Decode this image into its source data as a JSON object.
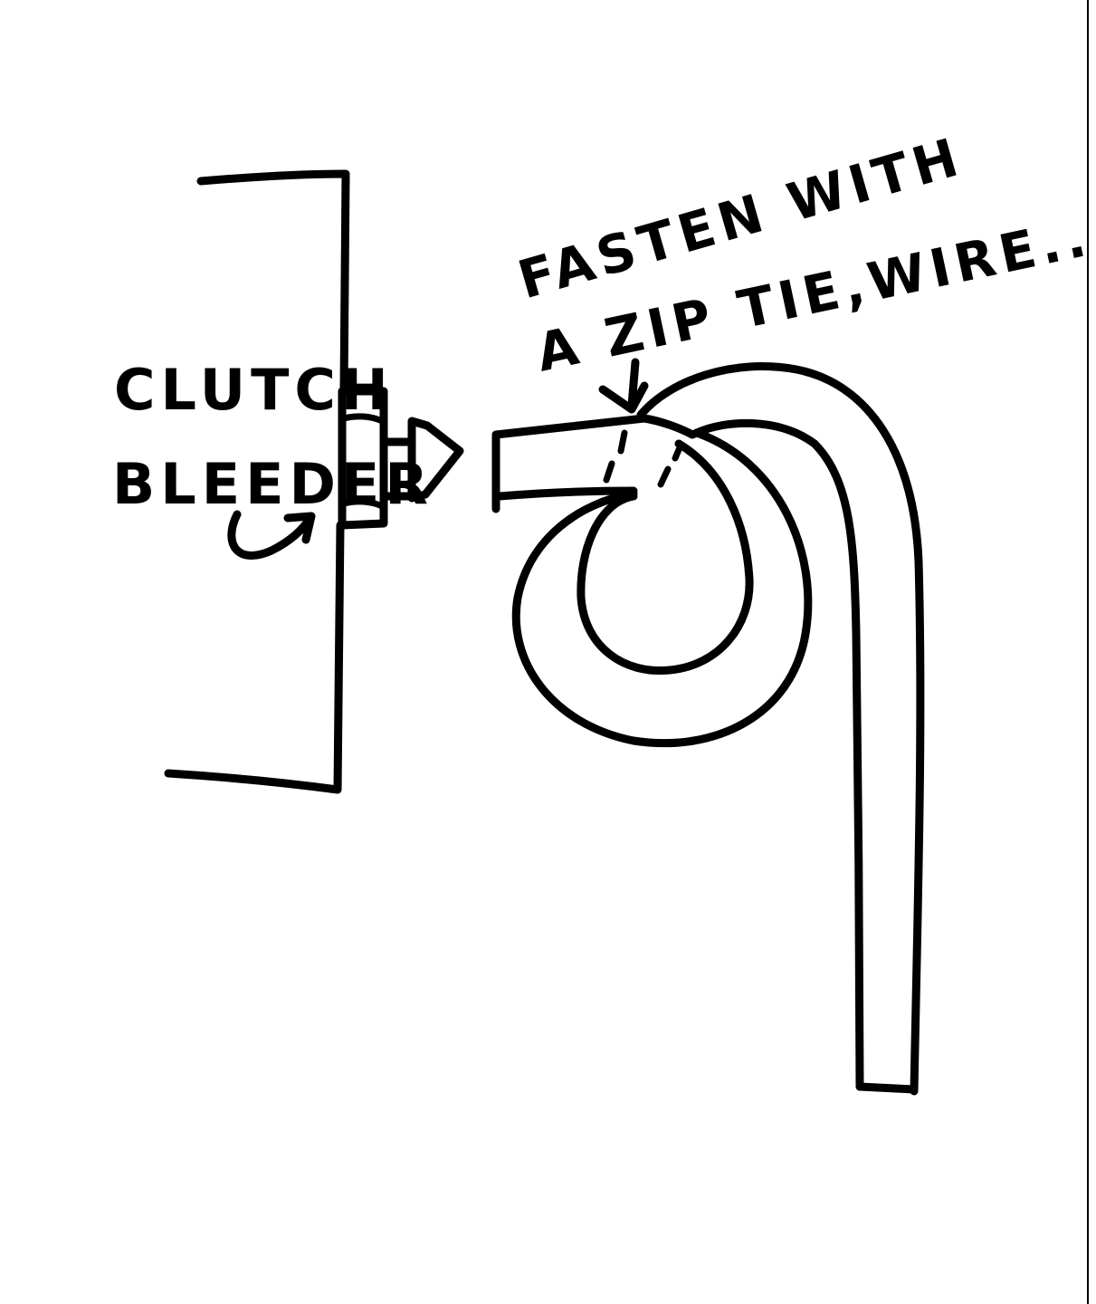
{
  "labels": {
    "part_line1": "CLUTCH",
    "part_line2": "BLEEDER",
    "note_line1": "FASTEN WITH",
    "note_line2": "A ZIP TIE,WIRE..."
  },
  "colors": {
    "ink": "#000000",
    "paper": "#ffffff"
  }
}
